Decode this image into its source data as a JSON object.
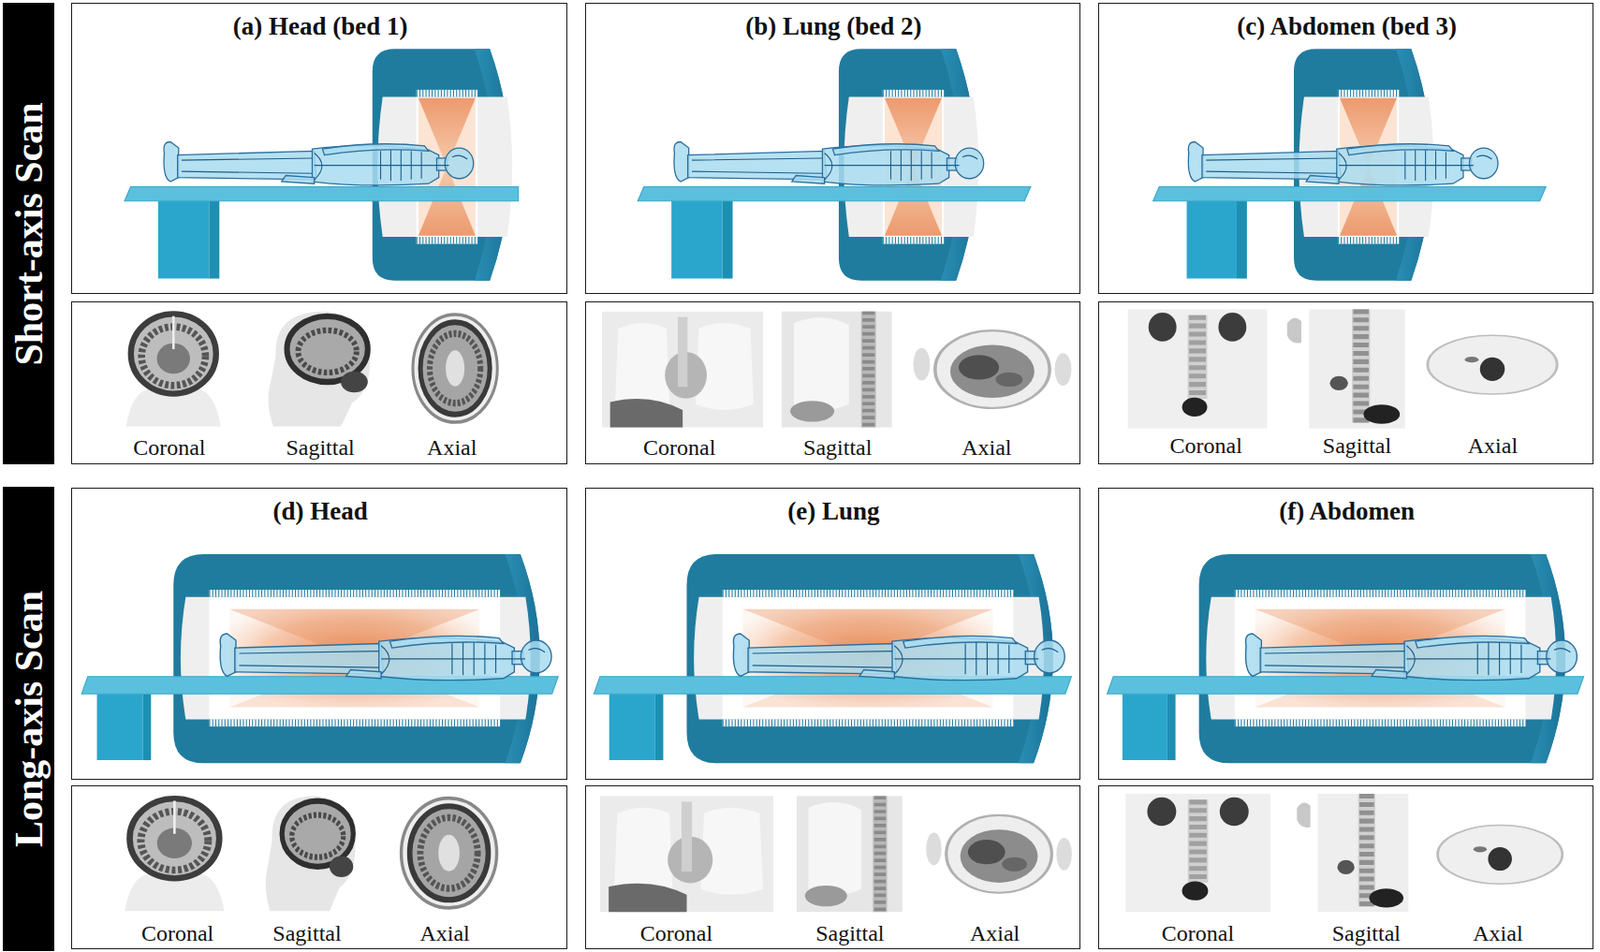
{
  "diagram": {
    "nodes": [
      {
        "text": [
          "Short-axis Scan"
        ]
      },
      {
        "text": [
          "(a) Head (bed 1)"
        ]
      },
      {
        "text": [
          "(b) Lung (bed 2)"
        ]
      },
      {
        "text": [
          "(c) Abdomen (bed 3)"
        ]
      },
      {
        "text": [
          "Coronal",
          "Sagittal",
          "Axial"
        ]
      },
      {
        "text": [
          "Coronal",
          "Sagittal",
          "Axial"
        ]
      },
      {
        "text": [
          "Coronal",
          "Sagittal",
          "Axial"
        ]
      },
      {
        "text": [
          "Long-axis Scan"
        ]
      },
      {
        "text": [
          "(d) Head"
        ]
      },
      {
        "text": [
          "(e) Lung"
        ]
      },
      {
        "text": [
          "(f) Abdomen"
        ]
      },
      {
        "text": [
          "Coronal",
          "Sagittal",
          "Axial"
        ]
      },
      {
        "text": [
          "Coronal",
          "Sagittal",
          "Axial"
        ]
      },
      {
        "text": [
          "Coronal",
          "Sagittal",
          "Axial"
        ]
      }
    ]
  }
}
